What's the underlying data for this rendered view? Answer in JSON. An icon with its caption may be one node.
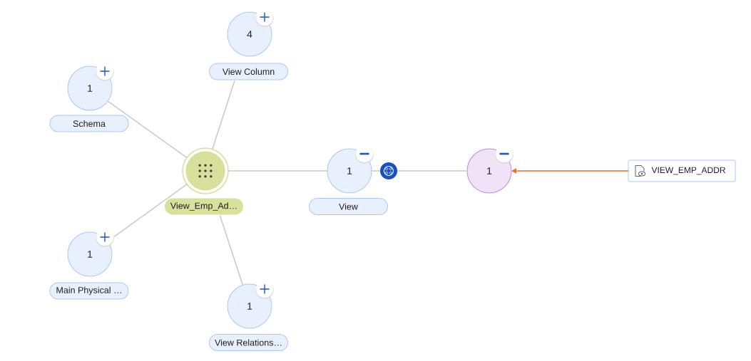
{
  "diagram": {
    "nodes": [
      {
        "text": [
          "4",
          "View Column"
        ]
      },
      {
        "text": [
          "1",
          "Schema"
        ]
      },
      {
        "text": [
          "View_Emp_Ad…"
        ]
      },
      {
        "text": [
          "1",
          "View"
        ]
      },
      {
        "text": [
          "1"
        ]
      },
      {
        "text": [
          "VIEW_EMP_ADDR"
        ]
      },
      {
        "text": [
          "1",
          "Main Physical …"
        ]
      },
      {
        "text": [
          "1",
          "View Relations…"
        ]
      }
    ],
    "edges": [
      {
        "from": 2,
        "to": 0,
        "arrow": "none"
      },
      {
        "from": 2,
        "to": 1,
        "arrow": "none"
      },
      {
        "from": 2,
        "to": 3,
        "arrow": "none"
      },
      {
        "from": 3,
        "to": 4,
        "arrow": "none"
      },
      {
        "from": 5,
        "to": 4,
        "arrow": "to",
        "color": "#f36b21"
      },
      {
        "from": 2,
        "to": 6,
        "arrow": "none"
      },
      {
        "from": 2,
        "to": 7,
        "arrow": "none"
      }
    ]
  }
}
